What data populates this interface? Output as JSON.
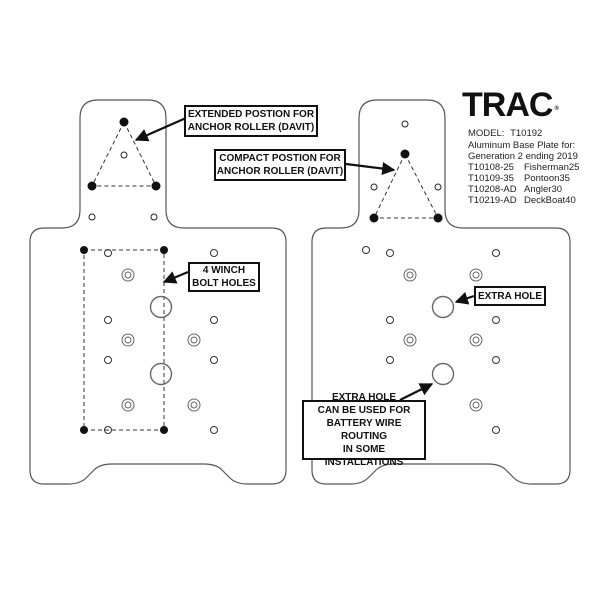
{
  "brand": {
    "logo_text": "TRAC",
    "trademark": "®"
  },
  "product": {
    "model_label": "MODEL:",
    "model_number": "T10192",
    "description_line1": "Aluminum Base Plate for:",
    "description_line2": "Generation 2 ending 2019",
    "compatibility": [
      {
        "part": "T10108-25",
        "name": "Fisherman25"
      },
      {
        "part": "T10109-35",
        "name": "Pontoon35"
      },
      {
        "part": "T10208-AD",
        "name": "Angler30"
      },
      {
        "part": "T10219-AD",
        "name": "DeckBoat40"
      }
    ]
  },
  "callouts": {
    "extended": {
      "line1": "EXTENDED POSTION FOR",
      "line2": "ANCHOR ROLLER (DAVIT)"
    },
    "compact": {
      "line1": "COMPACT POSTION FOR",
      "line2": "ANCHOR ROLLER (DAVIT)"
    },
    "winch": {
      "line1": "4 WINCH",
      "line2": "BOLT HOLES"
    },
    "extra_hole": {
      "line1": "EXTRA HOLE"
    },
    "extra_hole_note": {
      "line1": "EXTRA HOLE",
      "line2": "CAN BE USED FOR",
      "line3": "BATTERY WIRE ROUTING",
      "line4": "IN SOME INSTALLATIONS"
    }
  },
  "colors": {
    "outline": "#555555",
    "ink": "#111111",
    "filled_hole": "#111111"
  }
}
